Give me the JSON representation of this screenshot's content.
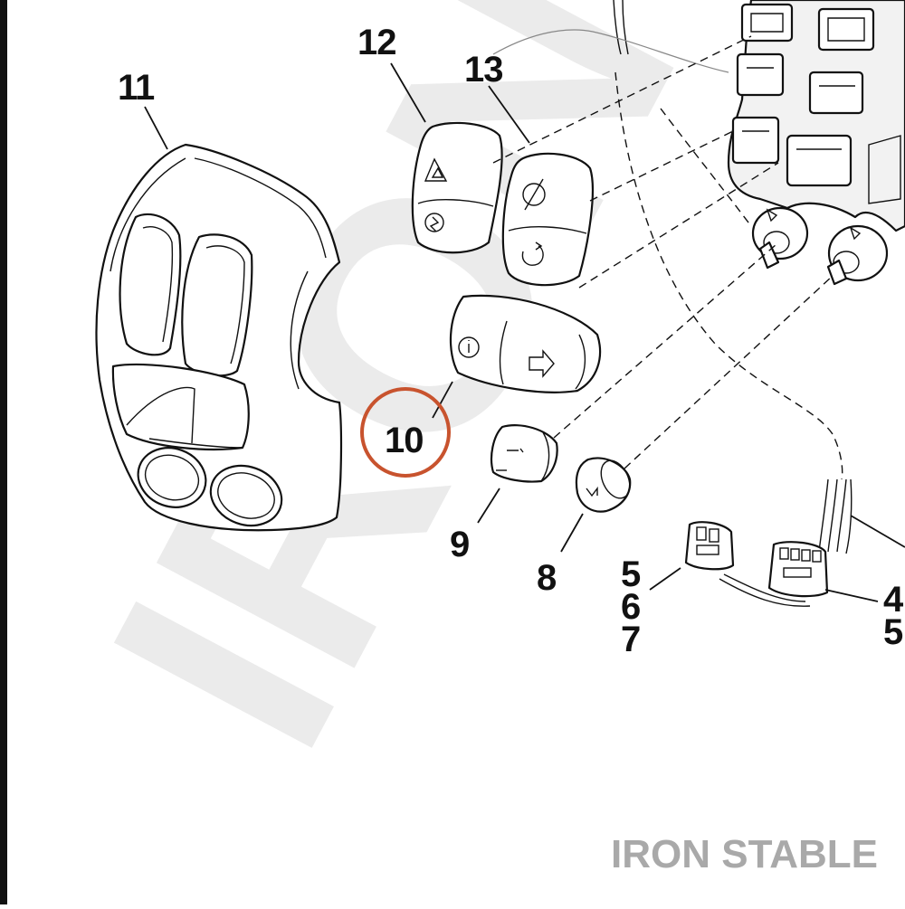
{
  "diagram": {
    "callouts": [
      {
        "id": "11",
        "label": "11"
      },
      {
        "id": "12",
        "label": "12"
      },
      {
        "id": "13",
        "label": "13"
      },
      {
        "id": "10",
        "label": "10"
      },
      {
        "id": "9",
        "label": "9"
      },
      {
        "id": "8",
        "label": "8"
      },
      {
        "id": "5a",
        "label": "5"
      },
      {
        "id": "6",
        "label": "6"
      },
      {
        "id": "7",
        "label": "7"
      },
      {
        "id": "4",
        "label": "4"
      },
      {
        "id": "5b",
        "label": "5"
      }
    ],
    "highlight": {
      "target": "10",
      "color": "#c8532e"
    },
    "watermark": {
      "text": "IRON STABLE",
      "color": "#e9e9e9"
    },
    "brand": {
      "text": "IRON STABLE",
      "color": "#a9a9a9"
    },
    "colors": {
      "line": "#111111",
      "background": "#ffffff"
    }
  }
}
